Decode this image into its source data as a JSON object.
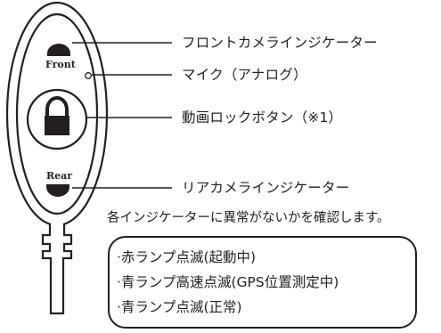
{
  "device": {
    "front_label": "Front",
    "rear_label": "Rear"
  },
  "callouts": [
    {
      "label": "フロントカメラインジケーター"
    },
    {
      "label": "マイク（アナログ）"
    },
    {
      "label": "動画ロックボタン（※1）"
    },
    {
      "label": "リアカメラインジケーター"
    }
  ],
  "note": "各インジケーターに異常がないかを確認します。",
  "status_items": [
    "·赤ランプ点滅(起動中)",
    "·青ランプ高速点滅(GPS位置測定中)",
    "·青ランプ点滅(正常)"
  ],
  "colors": {
    "ink": "#231f20",
    "background": "#ffffff"
  }
}
